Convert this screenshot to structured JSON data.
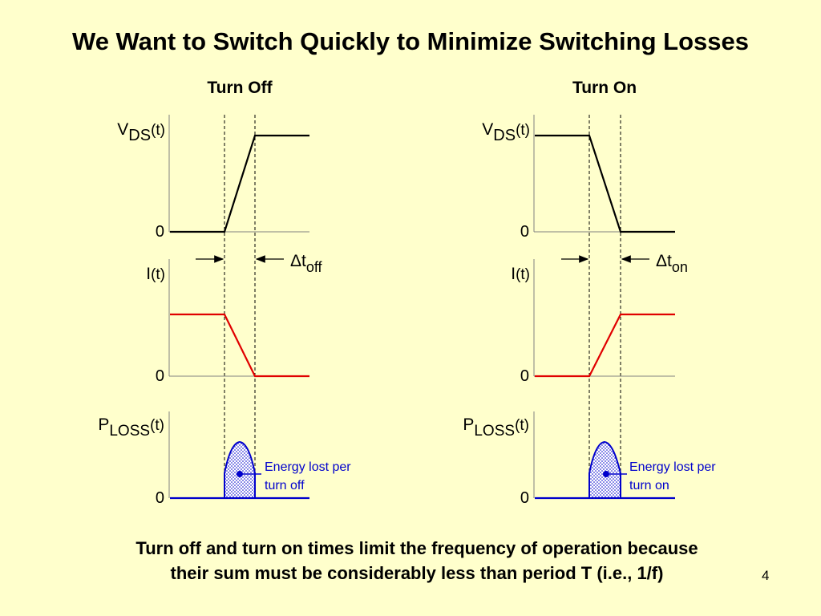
{
  "slide": {
    "title": "We Want to Switch Quickly to Minimize Switching Losses",
    "footer_line1": "Turn off and turn on times limit the frequency of operation because",
    "footer_line2": "their sum must be considerably less than period T (i.e., 1/f)",
    "page_number": "4"
  },
  "panels": {
    "turn_off": {
      "heading": "Turn Off",
      "vds_label": {
        "main": "V",
        "sub": "DS",
        "suffix": "(t)"
      },
      "i_label": {
        "main": "I",
        "suffix": "(t)"
      },
      "ploss_label": {
        "main": "P",
        "sub": "LOSS",
        "suffix": "(t)"
      },
      "zero": "0",
      "dt_label": {
        "main": "Δt",
        "sub": "off"
      },
      "energy_label_line1": "Energy lost per",
      "energy_label_line2": "turn off"
    },
    "turn_on": {
      "heading": "Turn On",
      "vds_label": {
        "main": "V",
        "sub": "DS",
        "suffix": "(t)"
      },
      "i_label": {
        "main": "I",
        "suffix": "(t)"
      },
      "ploss_label": {
        "main": "P",
        "sub": "LOSS",
        "suffix": "(t)"
      },
      "zero": "0",
      "dt_label": {
        "main": "Δt",
        "sub": "on"
      },
      "energy_label_line1": "Energy lost per",
      "energy_label_line2": "turn on"
    }
  },
  "colors": {
    "background": "#FFFFCC",
    "voltage": "#000000",
    "current": "#E00000",
    "power": "#0000CC",
    "energy_fill": "#C8D0F0"
  }
}
